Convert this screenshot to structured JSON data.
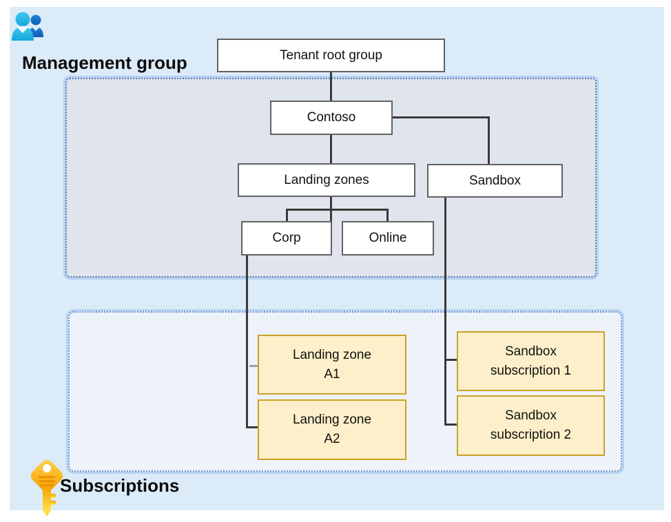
{
  "canvas": {
    "management_group_label": "Management group",
    "subscriptions_label": "Subscriptions"
  },
  "nodes": {
    "tenant_root": {
      "label": "Tenant root group"
    },
    "contoso": {
      "label": "Contoso"
    },
    "landing_zones": {
      "label": "Landing zones"
    },
    "sandbox": {
      "label": "Sandbox"
    },
    "corp": {
      "label": "Corp"
    },
    "online": {
      "label": "Online"
    }
  },
  "subscription_nodes": [
    {
      "line1": "Landing zone",
      "line2": "A1"
    },
    {
      "line1": "Landing zone",
      "line2": "A2"
    },
    {
      "line1": "Sandbox",
      "line2": "subscription 1"
    },
    {
      "line1": "Sandbox",
      "line2": "subscription 2"
    }
  ],
  "icons": {
    "management_group": "people-icon",
    "subscriptions": "key-icon"
  },
  "colors": {
    "canvas_background": "#dcebf8",
    "management_region_fill": "#e0e4ec",
    "management_region_border": "#4a74b8",
    "subscriptions_region_fill": "#eef2fa",
    "subscriptions_region_border": "#6292cd",
    "node_fill": "#ffffff",
    "node_border": "#616161",
    "subscription_node_fill": "#fdefc9",
    "subscription_node_border": "#c9a127",
    "connector": "#3a3a3a",
    "people_icon_front": "#2fb9e8",
    "people_icon_back": "#1266c0",
    "key_icon": "#ffb300"
  }
}
